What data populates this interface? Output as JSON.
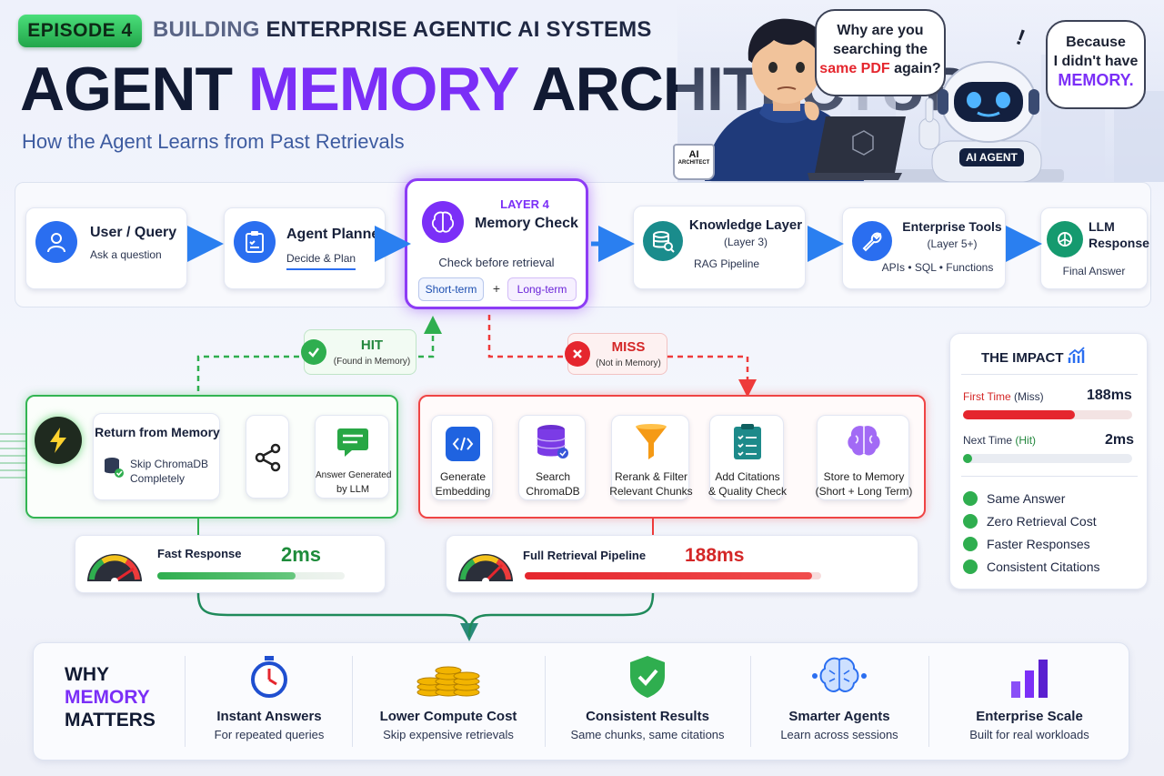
{
  "header": {
    "episode": "EPISODE 4",
    "series_pre": "BUILDING",
    "series_rest": "ENTERPRISE AGENTIC AI SYSTEMS",
    "title_a": "AGENT",
    "title_b": "MEMORY",
    "title_c": "ARCHITECTURE",
    "subtitle": "How the Agent Learns from Past Retrievals"
  },
  "illustration": {
    "bubble_human_line1": "Why are you",
    "bubble_human_line2": "searching the",
    "bubble_human_highlight": "same PDF",
    "bubble_human_tail": "again?",
    "bubble_robot_line1": "Because",
    "bubble_robot_line2": "I didn't have",
    "bubble_robot_highlight": "MEMORY.",
    "mug_line1": "AI",
    "mug_line2": "ARCHITECT",
    "robot_badge": "AI AGENT"
  },
  "flow": {
    "user_title": "User / Query",
    "user_sub": "Ask a question",
    "planner_title": "Agent Planner",
    "planner_sub": "Decide & Plan",
    "memory_layer": "LAYER 4",
    "memory_title": "Memory Check",
    "memory_sub": "Check before retrieval",
    "memory_short": "Short-term",
    "memory_plus": "+",
    "memory_long": "Long-term",
    "knowledge_title": "Knowledge Layer",
    "knowledge_layer": "(Layer 3)",
    "knowledge_sub": "RAG Pipeline",
    "tools_title": "Enterprise Tools",
    "tools_layer": "(Layer 5+)",
    "tools_sub": "APIs • SQL • Functions",
    "llm_title_1": "LLM",
    "llm_title_2": "Response",
    "llm_sub": "Final Answer"
  },
  "hit": {
    "label": "HIT",
    "sub": "(Found in Memory)",
    "return_title": "Return from Memory",
    "skip_1": "Skip ChromaDB",
    "skip_2": "Completely",
    "answer_1": "Answer Generated",
    "answer_2": "by LLM",
    "speed_label": "Fast Response",
    "speed_value": "2ms"
  },
  "miss": {
    "label": "MISS",
    "sub": "(Not in Memory)",
    "steps": [
      {
        "l1": "Generate",
        "l2": "Embedding"
      },
      {
        "l1": "Search",
        "l2": "ChromaDB"
      },
      {
        "l1": "Rerank & Filter",
        "l2": "Relevant Chunks"
      },
      {
        "l1": "Add Citations",
        "l2": "& Quality Check"
      },
      {
        "l1": "Store to Memory",
        "l2": "(Short + Long Term)"
      }
    ],
    "speed_label": "Full Retrieval Pipeline",
    "speed_value": "188ms"
  },
  "impact": {
    "title": "THE IMPACT",
    "first_label": "First Time",
    "first_tag": "(Miss)",
    "first_value": "188ms",
    "first_fill": 0.66,
    "next_label": "Next Time",
    "next_tag": "(Hit)",
    "next_value": "2ms",
    "next_fill": 0.02,
    "benefits": [
      "Same Answer",
      "Zero Retrieval Cost",
      "Faster Responses",
      "Consistent Citations"
    ]
  },
  "gauges": {
    "fast_fill": 0.74,
    "full_fill": 0.97
  },
  "why": {
    "l1": "WHY",
    "l2": "MEMORY",
    "l3": "MATTERS",
    "items": [
      {
        "title": "Instant Answers",
        "sub": "For repeated queries"
      },
      {
        "title": "Lower Compute Cost",
        "sub": "Skip expensive retrievals"
      },
      {
        "title": "Consistent Results",
        "sub": "Same chunks, same citations"
      },
      {
        "title": "Smarter Agents",
        "sub": "Learn across sessions"
      },
      {
        "title": "Enterprise Scale",
        "sub": "Built for real workloads"
      }
    ]
  },
  "colors": {
    "purple": "#7b2ff7",
    "blue": "#2a6ef0",
    "green": "#2fae4f",
    "red": "#ee3b3b",
    "navy": "#111a33",
    "teal": "#1a8c8c"
  }
}
